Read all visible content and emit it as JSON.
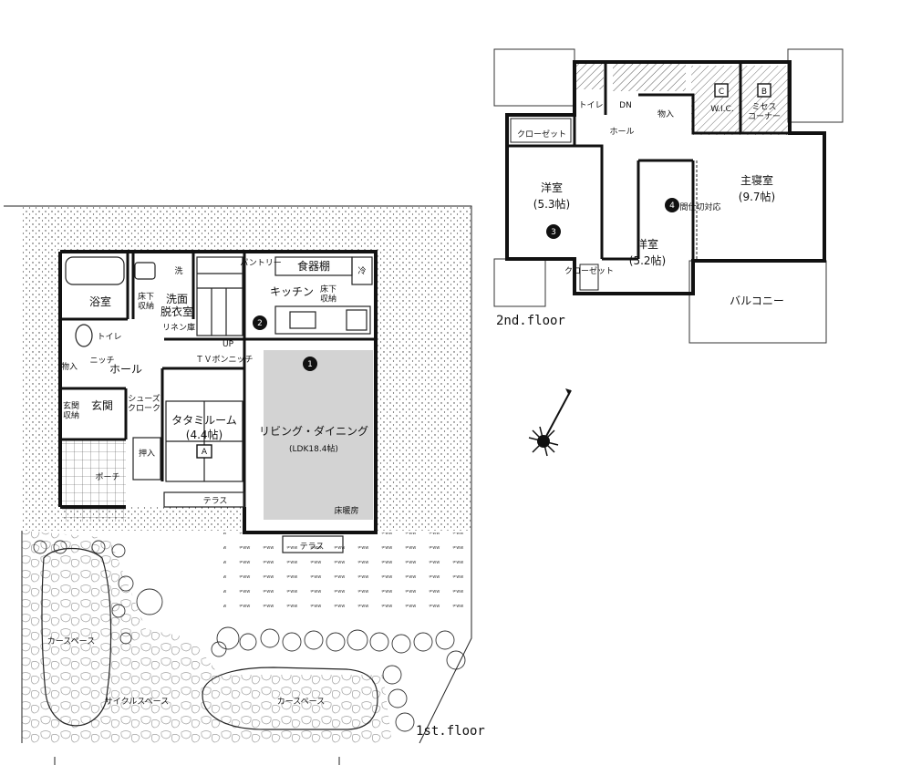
{
  "floors": {
    "first_floor": {
      "caption": "1st.floor",
      "rooms": {
        "bath": "浴室",
        "washroom": "洗面\n脱衣室",
        "wash_mark": "洗",
        "underfloor_storage_1": "床下\n収納",
        "linen": "リネン庫",
        "toilet": "トイレ",
        "hall": "ホール",
        "niche": "ニッチ",
        "storage": "物入",
        "entrance_storage": "玄関\n収納",
        "entrance": "玄関",
        "shoe_cloak": "シューズ\nクローク",
        "tatami_room": "タタミルーム",
        "tatami_size": "(4.4帖)",
        "closet": "押入",
        "porch": "ポーチ",
        "terrace_1": "テラス",
        "pantry": "パントリー",
        "dish_shelf": "食器棚",
        "fridge": "冷",
        "kitchen": "キッチン",
        "underfloor_storage_2": "床下\n収納",
        "tv_niche": "ＴＶボンニッチ",
        "living_dining": "リビング・ダイニング",
        "ldk_size": "(LDK18.4帖)",
        "floor_heating": "床暖房",
        "terrace_2": "テラス",
        "up": "UP",
        "car_space_1": "カースペース",
        "car_space_2": "カースペース",
        "cycle_space": "サイクルスペース"
      },
      "markers": {
        "m1": "1",
        "m2": "2",
        "mA": "A"
      }
    },
    "second_floor": {
      "caption": "2nd.floor",
      "rooms": {
        "toilet": "トイレ",
        "dn": "DN",
        "hall": "ホール",
        "storage": "物入",
        "wic": "W.I.C.",
        "misses_corner": "ミセス\nコーナー",
        "closet_1": "クローゼット",
        "western_1": "洋室",
        "western_1_size": "(5.3帖)",
        "western_2": "洋室",
        "western_2_size": "(5.2帖)",
        "closet_2": "クローゼット",
        "master_bedroom": "主寝室",
        "master_size": "(9.7帖)",
        "partition_note": "間仕切対応",
        "balcony": "バルコニー"
      },
      "markers": {
        "m3": "3",
        "m4": "4",
        "mB": "B",
        "mC": "C"
      }
    }
  },
  "colors": {
    "wall": "#111111",
    "living_fill": "#d3d3d3",
    "line": "#222222"
  }
}
